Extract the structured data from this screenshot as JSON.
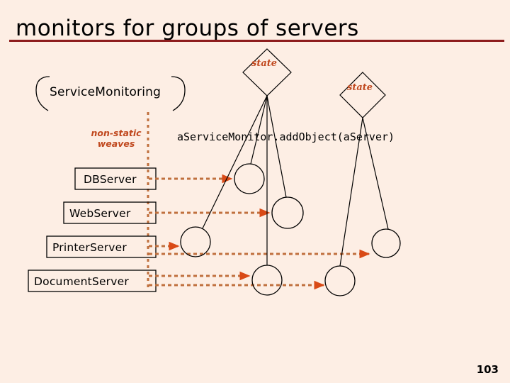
{
  "slide": {
    "title": "monitors for groups of servers",
    "page_number": "103",
    "rule_color": "#8D1C1C",
    "background_color": "#FDEEE4"
  },
  "diagram": {
    "aspect_box": {
      "label": "ServiceMonitoring",
      "shape": "rounded-bracket-box"
    },
    "weaves_note": {
      "label": "non-static\nweaves",
      "color": "#C0481E"
    },
    "code_expression": {
      "text": "aServiceMonitor.addObject(aServer)"
    },
    "server_boxes": [
      {
        "label": "DBServer"
      },
      {
        "label": "WebServer"
      },
      {
        "label": "PrinterServer"
      },
      {
        "label": "DocumentServer"
      }
    ],
    "monitors": [
      {
        "label": "state"
      },
      {
        "label": "state"
      }
    ],
    "object_nodes": [
      {
        "name": "object-node-1"
      },
      {
        "name": "object-node-2"
      },
      {
        "name": "object-node-3"
      },
      {
        "name": "object-node-4"
      },
      {
        "name": "object-node-5"
      },
      {
        "name": "object-node-6"
      }
    ],
    "colors": {
      "stroke": "#000000",
      "weave_arrow": "#C0481E",
      "accent": "#C0481E",
      "rule": "#8D1C1C"
    }
  }
}
